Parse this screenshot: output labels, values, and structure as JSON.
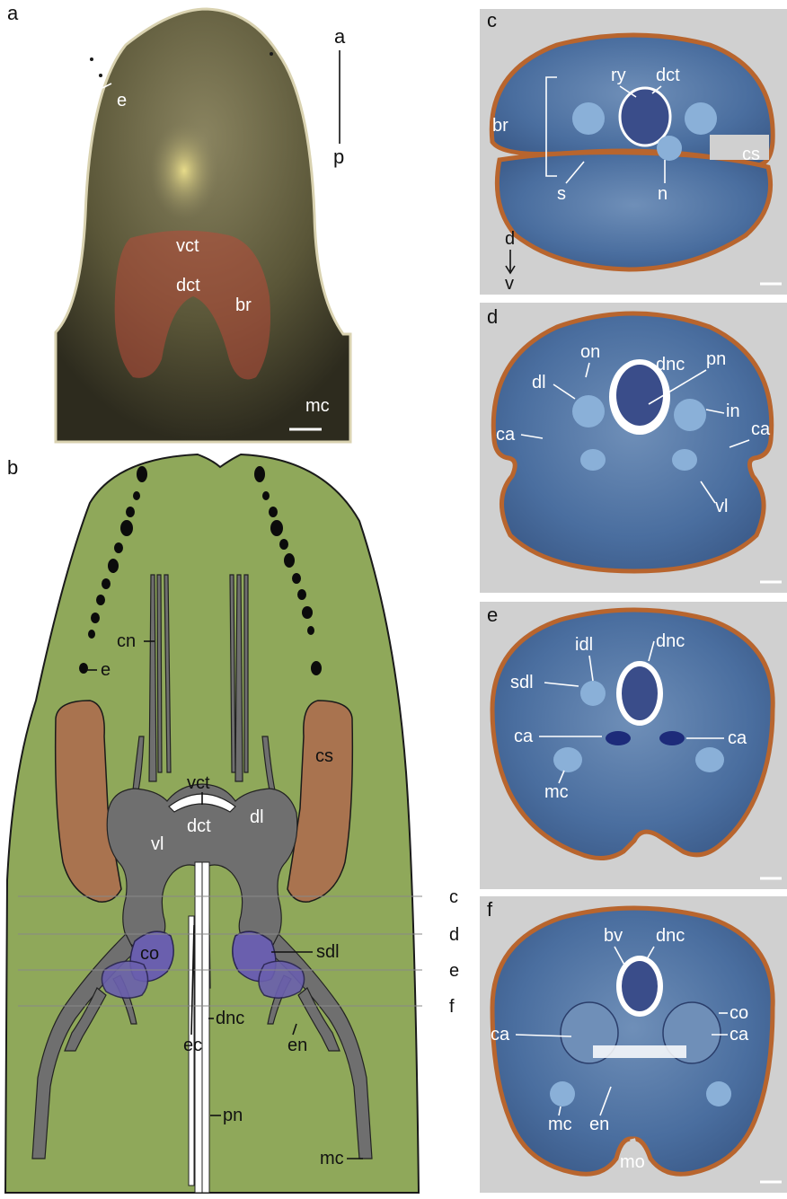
{
  "panels": {
    "a": {
      "letter": "a",
      "axis": {
        "top": "a",
        "bottom": "p"
      },
      "labels": {
        "e": "e",
        "vct": "vct",
        "dct": "dct",
        "br": "br",
        "mc": "mc"
      }
    },
    "b": {
      "letter": "b",
      "labels": {
        "cn": "cn",
        "e": "e",
        "vct": "vct",
        "dct": "dct",
        "dl": "dl",
        "vl": "vl",
        "cs": "cs",
        "co": "co",
        "sdl": "sdl",
        "ec": "ec",
        "dnc": "dnc",
        "en": "en",
        "pn": "pn",
        "mc": "mc"
      },
      "section_markers": [
        "c",
        "d",
        "e",
        "f"
      ],
      "colors": {
        "body": "#8fa85a",
        "nerve": "#6f6f6f",
        "eyespot": "#000000",
        "cs": "#a9734f",
        "co": "#6a5fae"
      }
    },
    "c": {
      "letter": "c",
      "axis": {
        "top": "d",
        "bottom": "v"
      },
      "labels": {
        "ry": "ry",
        "dct": "dct",
        "br": "br",
        "cs": "cs",
        "s": "s",
        "n": "n"
      }
    },
    "d": {
      "letter": "d",
      "labels": {
        "on": "on",
        "dnc": "dnc",
        "pn": "pn",
        "dl": "dl",
        "in": "in",
        "ca_left": "ca",
        "ca_right": "ca",
        "vl": "vl"
      }
    },
    "e": {
      "letter": "e",
      "labels": {
        "idl": "idl",
        "dnc": "dnc",
        "sdl": "sdl",
        "ca_left": "ca",
        "ca_right": "ca",
        "mc": "mc"
      }
    },
    "f": {
      "letter": "f",
      "labels": {
        "bv": "bv",
        "dnc": "dnc",
        "co": "co",
        "ca_left": "ca",
        "ca_right": "ca",
        "mc": "mc",
        "en": "en",
        "mo": "mo"
      }
    }
  }
}
